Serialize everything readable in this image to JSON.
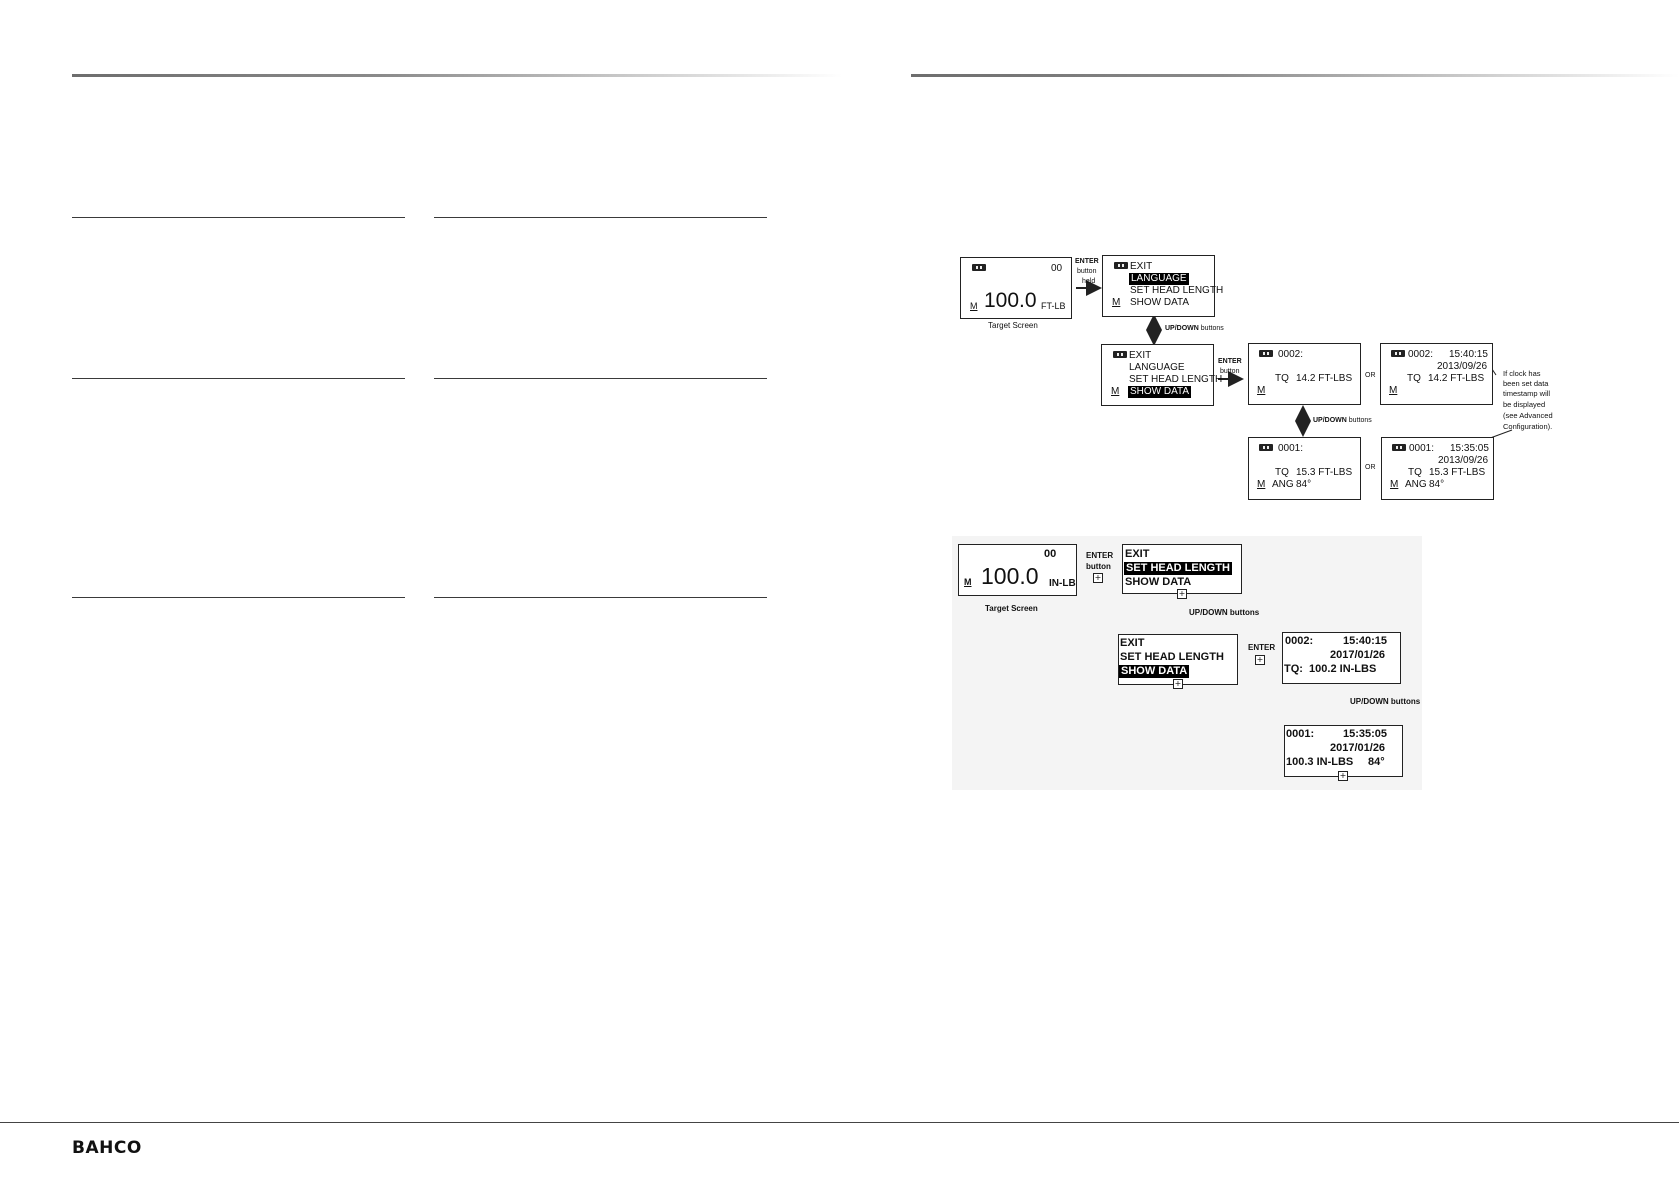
{
  "footer": {
    "brand": "BAHCO"
  },
  "diagram1": {
    "target_screen": {
      "count": "00",
      "mode": "M",
      "value": "100.0",
      "unit": "FT-LB",
      "caption": "Target Screen"
    },
    "enter_hold": {
      "line1": "ENTER",
      "line2": "button",
      "line3": "held"
    },
    "menu_a": {
      "items": [
        "EXIT",
        "LANGUAGE",
        "SET HEAD LENGTH",
        "SHOW DATA"
      ],
      "mode": "M"
    },
    "updown_label_1": {
      "bold": "UP/DOWN",
      "rest": " buttons"
    },
    "menu_b": {
      "items": [
        "EXIT",
        "LANGUAGE",
        "SET HEAD LENGTH",
        "SHOW DATA"
      ],
      "mode": "M"
    },
    "enter_button": {
      "line1": "ENTER",
      "line2": "button"
    },
    "rec2_plain": {
      "id": "0002:",
      "tq": "TQ",
      "value": "14.2 FT-LBS",
      "mode": "M"
    },
    "or1": "OR",
    "rec2_clock": {
      "id": "0002:",
      "time": "15:40:15",
      "date": "2013/09/26",
      "tq": "TQ",
      "value": "14.2 FT-LBS",
      "mode": "M"
    },
    "note": [
      "If clock has",
      "been set data",
      "timestamp will",
      "be displayed",
      "(see Advanced",
      "Configuration)."
    ],
    "updown_label_2": {
      "bold": "UP/DOWN",
      "rest": " buttons"
    },
    "rec1_plain": {
      "id": "0001:",
      "tq": "TQ",
      "value": "15.3 FT-LBS",
      "mode": "M",
      "ang": "ANG",
      "ang_value": "84°"
    },
    "or2": "OR",
    "rec1_clock": {
      "id": "0001:",
      "time": "15:35:05",
      "date": "2013/09/26",
      "tq": "TQ",
      "value": "15.3 FT-LBS",
      "mode": "M",
      "ang": "ANG",
      "ang_value": "84°"
    }
  },
  "diagram2": {
    "target_screen": {
      "count": "00",
      "mode": "M",
      "value": "100.0",
      "unit": "IN-LB",
      "caption": "Target Screen"
    },
    "enter_button": {
      "line1": "ENTER",
      "line2": "button"
    },
    "menu_a": {
      "items": [
        "EXIT",
        "SET HEAD LENGTH",
        "SHOW DATA"
      ]
    },
    "updown_label_1": "UP/DOWN buttons",
    "menu_b": {
      "items": [
        "EXIT",
        "SET HEAD LENGTH",
        "SHOW DATA"
      ]
    },
    "enter_label": "ENTER",
    "rec2": {
      "id": "0002:",
      "time": "15:40:15",
      "date": "2017/01/26",
      "line3": "TQ:  100.2 IN-LBS"
    },
    "updown_label_2": "UP/DOWN buttons",
    "rec1": {
      "id": "0001:",
      "time": "15:35:05",
      "date": "2017/01/26",
      "value": "100.3 IN-LBS",
      "ang": "84°"
    }
  }
}
